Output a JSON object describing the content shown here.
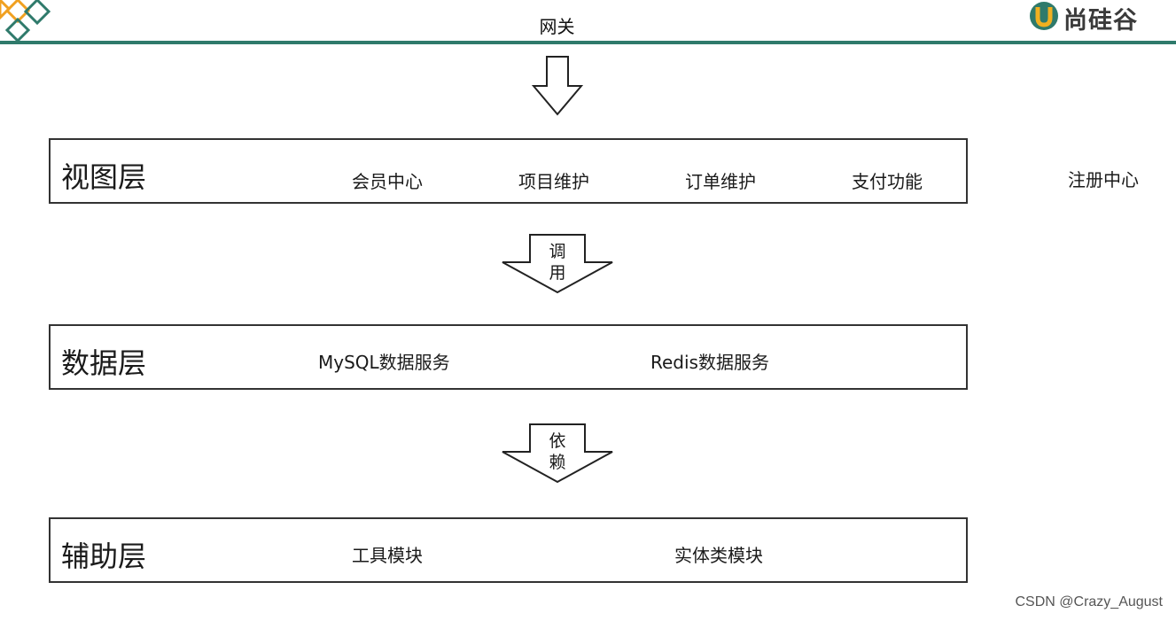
{
  "header": {
    "title": "网关",
    "brand": "尚硅谷",
    "brand_color": "#2f7a6b"
  },
  "layers": [
    {
      "title": "视图层",
      "items": [
        "会员中心",
        "项目维护",
        "订单维护",
        "支付功能"
      ]
    },
    {
      "title": "数据层",
      "items": [
        "MySQL数据服务",
        "Redis数据服务"
      ]
    },
    {
      "title": "辅助层",
      "items": [
        "工具模块",
        "实体类模块"
      ]
    }
  ],
  "outside_items": [
    "注册中心"
  ],
  "arrows": [
    {
      "label_line1": "调",
      "label_line2": "用"
    },
    {
      "label_line1": "依",
      "label_line2": "赖"
    }
  ],
  "watermark": "CSDN @Crazy_August"
}
